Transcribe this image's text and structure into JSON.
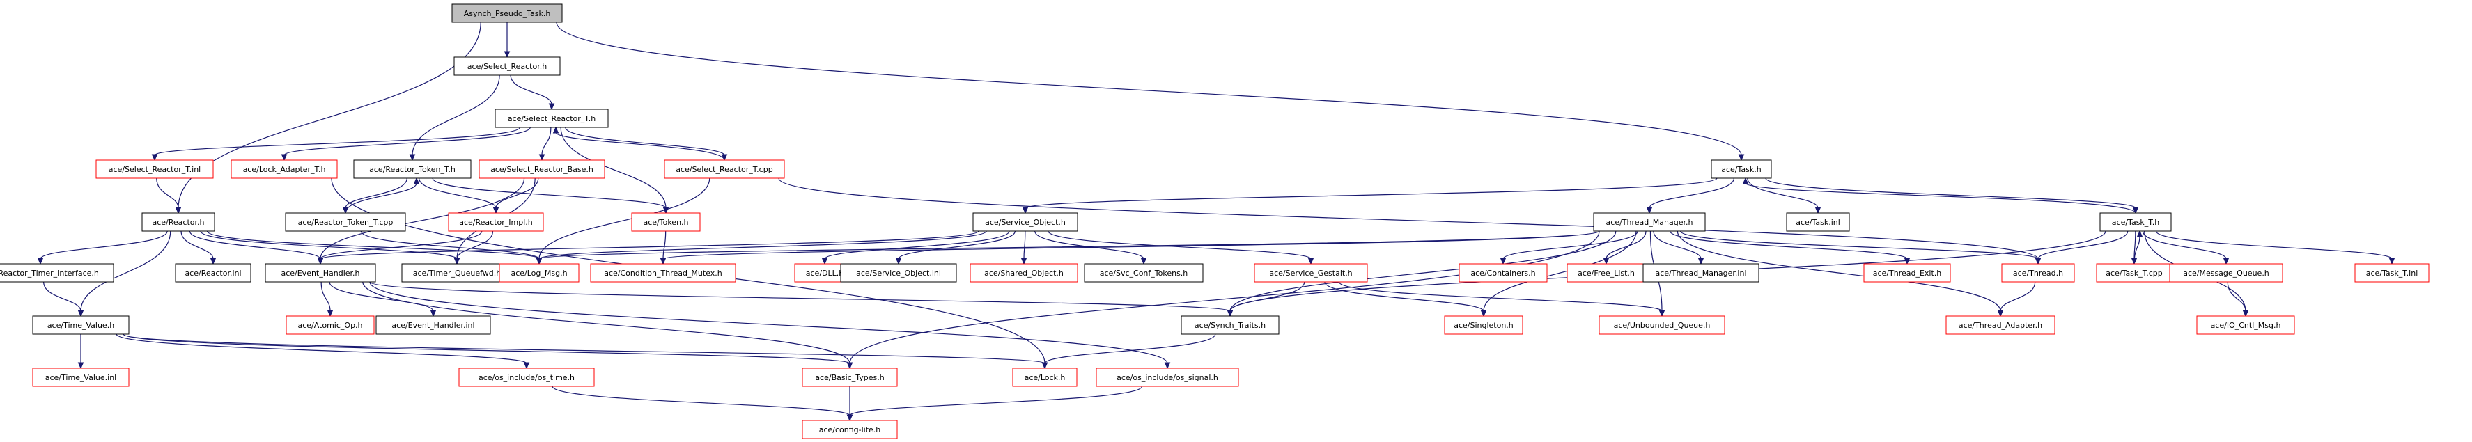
{
  "colors": {
    "root_fill": "#bfbfbf",
    "node_fill": "#ffffff",
    "border_documented": "#000000",
    "border_undocumented": "#ff0000",
    "edge": "#191970",
    "text": "#000000"
  },
  "nodes": [
    {
      "id": "asynch_pseudo_task_h",
      "label": "Asynch_Pseudo_Task.h",
      "style": "root"
    },
    {
      "id": "select_reactor_h",
      "label": "ace/Select_Reactor.h",
      "style": "black"
    },
    {
      "id": "select_reactor_t_h",
      "label": "ace/Select_Reactor_T.h",
      "style": "black"
    },
    {
      "id": "task_h",
      "label": "ace/Task.h",
      "style": "black"
    },
    {
      "id": "select_reactor_t_inl",
      "label": "ace/Select_Reactor_T.inl",
      "style": "red"
    },
    {
      "id": "lock_adapter_t_h",
      "label": "ace/Lock_Adapter_T.h",
      "style": "red"
    },
    {
      "id": "reactor_token_t_h",
      "label": "ace/Reactor_Token_T.h",
      "style": "black"
    },
    {
      "id": "select_reactor_base_h",
      "label": "ace/Select_Reactor_Base.h",
      "style": "red"
    },
    {
      "id": "select_reactor_t_cpp",
      "label": "ace/Select_Reactor_T.cpp",
      "style": "red"
    },
    {
      "id": "reactor_h",
      "label": "ace/Reactor.h",
      "style": "black"
    },
    {
      "id": "reactor_token_t_cpp",
      "label": "ace/Reactor_Token_T.cpp",
      "style": "black"
    },
    {
      "id": "reactor_impl_h",
      "label": "ace/Reactor_Impl.h",
      "style": "red"
    },
    {
      "id": "token_h",
      "label": "ace/Token.h",
      "style": "red"
    },
    {
      "id": "service_object_h",
      "label": "ace/Service_Object.h",
      "style": "black"
    },
    {
      "id": "thread_manager_h",
      "label": "ace/Thread_Manager.h",
      "style": "black"
    },
    {
      "id": "task_inl",
      "label": "ace/Task.inl",
      "style": "black"
    },
    {
      "id": "task_t_h",
      "label": "ace/Task_T.h",
      "style": "black"
    },
    {
      "id": "reactor_timer_interface_h",
      "label": "ace/Reactor_Timer_Interface.h",
      "style": "black"
    },
    {
      "id": "reactor_inl",
      "label": "ace/Reactor.inl",
      "style": "black"
    },
    {
      "id": "event_handler_h",
      "label": "ace/Event_Handler.h",
      "style": "black"
    },
    {
      "id": "timer_queuefwd_h",
      "label": "ace/Timer_Queuefwd.h",
      "style": "black"
    },
    {
      "id": "log_msg_h",
      "label": "ace/Log_Msg.h",
      "style": "red"
    },
    {
      "id": "condition_thread_mutex_h",
      "label": "ace/Condition_Thread_Mutex.h",
      "style": "red"
    },
    {
      "id": "dll_h",
      "label": "ace/DLL.h",
      "style": "red"
    },
    {
      "id": "service_object_inl",
      "label": "ace/Service_Object.inl",
      "style": "black"
    },
    {
      "id": "shared_object_h",
      "label": "ace/Shared_Object.h",
      "style": "red"
    },
    {
      "id": "svc_conf_tokens_h",
      "label": "ace/Svc_Conf_Tokens.h",
      "style": "black"
    },
    {
      "id": "service_gestalt_h",
      "label": "ace/Service_Gestalt.h",
      "style": "red"
    },
    {
      "id": "containers_h",
      "label": "ace/Containers.h",
      "style": "red"
    },
    {
      "id": "free_list_h",
      "label": "ace/Free_List.h",
      "style": "red"
    },
    {
      "id": "thread_manager_inl",
      "label": "ace/Thread_Manager.inl",
      "style": "black"
    },
    {
      "id": "thread_exit_h",
      "label": "ace/Thread_Exit.h",
      "style": "red"
    },
    {
      "id": "thread_h",
      "label": "ace/Thread.h",
      "style": "red"
    },
    {
      "id": "task_t_cpp",
      "label": "ace/Task_T.cpp",
      "style": "red"
    },
    {
      "id": "message_queue_h",
      "label": "ace/Message_Queue.h",
      "style": "red"
    },
    {
      "id": "task_t_inl",
      "label": "ace/Task_T.inl",
      "style": "red"
    },
    {
      "id": "time_value_h",
      "label": "ace/Time_Value.h",
      "style": "black"
    },
    {
      "id": "atomic_op_h",
      "label": "ace/Atomic_Op.h",
      "style": "red"
    },
    {
      "id": "event_handler_inl",
      "label": "ace/Event_Handler.inl",
      "style": "black"
    },
    {
      "id": "synch_traits_h",
      "label": "ace/Synch_Traits.h",
      "style": "black"
    },
    {
      "id": "singleton_h",
      "label": "ace/Singleton.h",
      "style": "red"
    },
    {
      "id": "unbounded_queue_h",
      "label": "ace/Unbounded_Queue.h",
      "style": "red"
    },
    {
      "id": "thread_adapter_h",
      "label": "ace/Thread_Adapter.h",
      "style": "red"
    },
    {
      "id": "io_cntl_msg_h",
      "label": "ace/IO_Cntl_Msg.h",
      "style": "red"
    },
    {
      "id": "time_value_inl",
      "label": "ace/Time_Value.inl",
      "style": "red"
    },
    {
      "id": "os_time_h",
      "label": "ace/os_include/os_time.h",
      "style": "red"
    },
    {
      "id": "basic_types_h",
      "label": "ace/Basic_Types.h",
      "style": "red"
    },
    {
      "id": "lock_h",
      "label": "ace/Lock.h",
      "style": "red"
    },
    {
      "id": "os_signal_h",
      "label": "ace/os_include/os_signal.h",
      "style": "red"
    },
    {
      "id": "config_lite_h",
      "label": "ace/config-lite.h",
      "style": "red"
    }
  ],
  "edges": [
    [
      "asynch_pseudo_task_h",
      "select_reactor_h"
    ],
    [
      "asynch_pseudo_task_h",
      "reactor_h"
    ],
    [
      "asynch_pseudo_task_h",
      "task_h"
    ],
    [
      "select_reactor_h",
      "select_reactor_t_h"
    ],
    [
      "select_reactor_h",
      "reactor_token_t_h"
    ],
    [
      "select_reactor_t_h",
      "select_reactor_t_inl"
    ],
    [
      "select_reactor_t_h",
      "lock_adapter_t_h"
    ],
    [
      "select_reactor_t_h",
      "select_reactor_base_h"
    ],
    [
      "select_reactor_t_h",
      "select_reactor_t_cpp"
    ],
    [
      "select_reactor_t_h",
      "token_h"
    ],
    [
      "select_reactor_t_cpp",
      "select_reactor_t_h"
    ],
    [
      "select_reactor_t_cpp",
      "log_msg_h"
    ],
    [
      "select_reactor_t_cpp",
      "thread_h"
    ],
    [
      "select_reactor_t_inl",
      "reactor_h"
    ],
    [
      "lock_adapter_t_h",
      "lock_h"
    ],
    [
      "reactor_token_t_h",
      "reactor_token_t_cpp"
    ],
    [
      "reactor_token_t_h",
      "reactor_impl_h"
    ],
    [
      "reactor_token_t_h",
      "token_h"
    ],
    [
      "reactor_token_t_cpp",
      "reactor_token_t_h"
    ],
    [
      "reactor_token_t_cpp",
      "log_msg_h"
    ],
    [
      "select_reactor_base_h",
      "reactor_impl_h"
    ],
    [
      "select_reactor_base_h",
      "event_handler_h"
    ],
    [
      "select_reactor_base_h",
      "timer_queuefwd_h"
    ],
    [
      "reactor_impl_h",
      "event_handler_h"
    ],
    [
      "reactor_impl_h",
      "timer_queuefwd_h"
    ],
    [
      "token_h",
      "condition_thread_mutex_h"
    ],
    [
      "reactor_h",
      "reactor_timer_interface_h"
    ],
    [
      "reactor_h",
      "reactor_inl"
    ],
    [
      "reactor_h",
      "event_handler_h"
    ],
    [
      "reactor_h",
      "timer_queuefwd_h"
    ],
    [
      "reactor_h",
      "time_value_h"
    ],
    [
      "reactor_h",
      "log_msg_h"
    ],
    [
      "reactor_timer_interface_h",
      "time_value_h"
    ],
    [
      "task_h",
      "service_object_h"
    ],
    [
      "task_h",
      "thread_manager_h"
    ],
    [
      "task_h",
      "task_inl"
    ],
    [
      "task_h",
      "task_t_h"
    ],
    [
      "task_t_h",
      "task_h"
    ],
    [
      "task_t_h",
      "task_t_cpp"
    ],
    [
      "task_t_cpp",
      "task_t_h"
    ],
    [
      "task_t_h",
      "message_queue_h"
    ],
    [
      "task_t_h",
      "task_t_inl"
    ],
    [
      "task_t_h",
      "io_cntl_msg_h"
    ],
    [
      "task_t_h",
      "synch_traits_h"
    ],
    [
      "task_t_h",
      "thread_h"
    ],
    [
      "message_queue_h",
      "io_cntl_msg_h"
    ],
    [
      "service_object_h",
      "event_handler_h"
    ],
    [
      "service_object_h",
      "log_msg_h"
    ],
    [
      "service_object_h",
      "dll_h"
    ],
    [
      "service_object_h",
      "service_object_inl"
    ],
    [
      "service_object_h",
      "shared_object_h"
    ],
    [
      "service_object_h",
      "svc_conf_tokens_h"
    ],
    [
      "service_object_h",
      "service_gestalt_h"
    ],
    [
      "thread_manager_h",
      "log_msg_h"
    ],
    [
      "thread_manager_h",
      "condition_thread_mutex_h"
    ],
    [
      "thread_manager_h",
      "containers_h"
    ],
    [
      "thread_manager_h",
      "free_list_h"
    ],
    [
      "thread_manager_h",
      "thread_manager_inl"
    ],
    [
      "thread_manager_h",
      "thread_exit_h"
    ],
    [
      "thread_manager_h",
      "thread_h"
    ],
    [
      "thread_manager_h",
      "synch_traits_h"
    ],
    [
      "thread_manager_h",
      "basic_types_h"
    ],
    [
      "thread_manager_h",
      "singleton_h"
    ],
    [
      "thread_manager_h",
      "unbounded_queue_h"
    ],
    [
      "thread_manager_h",
      "thread_adapter_h"
    ],
    [
      "thread_h",
      "thread_adapter_h"
    ],
    [
      "service_gestalt_h",
      "synch_traits_h"
    ],
    [
      "service_gestalt_h",
      "singleton_h"
    ],
    [
      "service_gestalt_h",
      "unbounded_queue_h"
    ],
    [
      "event_handler_h",
      "atomic_op_h"
    ],
    [
      "event_handler_h",
      "event_handler_inl"
    ],
    [
      "event_handler_h",
      "synch_traits_h"
    ],
    [
      "event_handler_h",
      "os_signal_h"
    ],
    [
      "event_handler_h",
      "basic_types_h"
    ],
    [
      "synch_traits_h",
      "lock_h"
    ],
    [
      "time_value_h",
      "time_value_inl"
    ],
    [
      "time_value_h",
      "os_time_h"
    ],
    [
      "time_value_h",
      "basic_types_h"
    ],
    [
      "time_value_h",
      "lock_h"
    ],
    [
      "os_time_h",
      "config_lite_h"
    ],
    [
      "basic_types_h",
      "config_lite_h"
    ],
    [
      "os_signal_h",
      "config_lite_h"
    ]
  ]
}
